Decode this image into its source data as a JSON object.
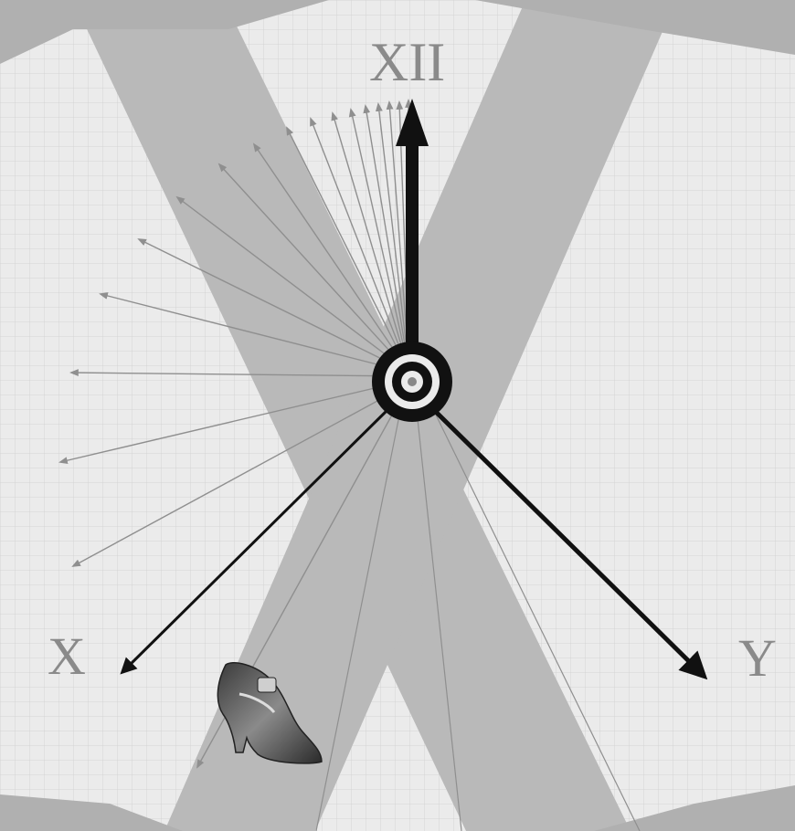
{
  "labels": {
    "twelve": "XII",
    "x_axis": "X",
    "y_axis": "Y"
  },
  "colors": {
    "paper": "#ebebeb",
    "grid": "#cfcfcf",
    "band": "#b9b9b9",
    "thin_arrow": "#8f8f8f",
    "hand": "#111111",
    "label": "#8a8a8a"
  },
  "icons": {
    "shoe": "shoe-icon"
  }
}
